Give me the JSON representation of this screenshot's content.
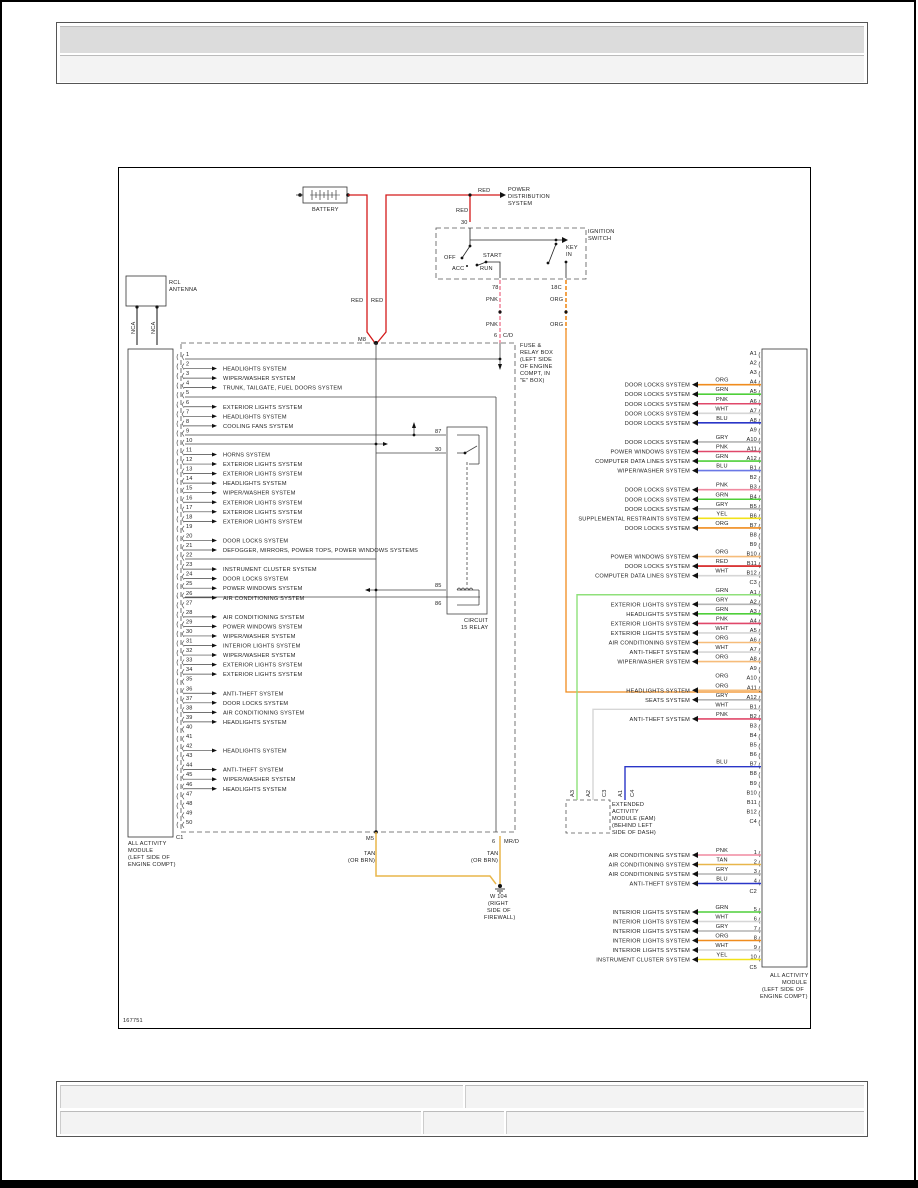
{
  "header": {
    "row1": "",
    "row2": ""
  },
  "footer": {
    "cells": [
      "",
      "",
      "",
      "",
      ""
    ]
  },
  "diagram": {
    "figure_id": "167751",
    "battery": {
      "label": "BATTERY"
    },
    "power_distribution": {
      "label_lines": [
        "POWER",
        "DISTRIBUTION",
        "SYSTEM"
      ],
      "wire": "RED"
    },
    "ignition_switch": {
      "label_lines": [
        "IGNITION",
        "SWITCH"
      ],
      "terminal_in": "30",
      "wire_in": "RED",
      "positions": [
        "OFF",
        "ACC",
        "START",
        "RUN"
      ],
      "key_in": [
        "KEY",
        "IN"
      ],
      "out_left": {
        "terminal": "78",
        "wire": "PNK"
      },
      "out_right": {
        "terminal": "18C",
        "wire": "ORG"
      }
    },
    "battery_wires": [
      "RED",
      "RED"
    ],
    "rcl_antenna": {
      "label_lines": [
        "RCL",
        "ANTENNA"
      ],
      "wires": [
        "NCA",
        "NCA"
      ]
    },
    "fuse_relay_box": {
      "label_lines": [
        "FUSE &",
        "RELAY BOX",
        "(LEFT SIDE",
        "OF ENGINE",
        "COMPT, IN",
        "\"E\" BOX)"
      ],
      "pin_top_left": "M8",
      "pin_top_right": "6",
      "conn_top_right": "C/D",
      "pin_bottom_left": "M5",
      "pin_bottom_right": "6",
      "conn_bottom_right": "MR/D",
      "pnk": "PNK"
    },
    "relay": {
      "label_lines": [
        "CIRCUIT",
        "15 RELAY"
      ],
      "pins": [
        "87",
        "30",
        "85",
        "86"
      ]
    },
    "ground": {
      "label_lines": [
        "W 104",
        "(RIGHT",
        "SIDE OF",
        "FIREWALL)"
      ],
      "wires": [
        {
          "color": "TAN",
          "alt": "(OR BRN)"
        },
        {
          "color": "TAN",
          "alt": "(OR BRN)"
        }
      ]
    },
    "left_module": {
      "label_lines": [
        "ALL ACTIVITY",
        "MODULE",
        "(LEFT SIDE OF",
        "ENGINE COMPT)"
      ],
      "connector": "C1",
      "pins": [
        {
          "n": "1",
          "sys": ""
        },
        {
          "n": "2",
          "sys": "HEADLIGHTS SYSTEM"
        },
        {
          "n": "3",
          "sys": "WIPER/WASHER SYSTEM"
        },
        {
          "n": "4",
          "sys": "TRUNK, TAILGATE, FUEL DOORS SYSTEM"
        },
        {
          "n": "5",
          "sys": ""
        },
        {
          "n": "6",
          "sys": "EXTERIOR LIGHTS SYSTEM"
        },
        {
          "n": "7",
          "sys": "HEADLIGHTS SYSTEM"
        },
        {
          "n": "8",
          "sys": "COOLING FANS SYSTEM"
        },
        {
          "n": "9",
          "sys": ""
        },
        {
          "n": "10",
          "sys": ""
        },
        {
          "n": "11",
          "sys": "HORNS SYSTEM"
        },
        {
          "n": "12",
          "sys": "EXTERIOR LIGHTS SYSTEM"
        },
        {
          "n": "13",
          "sys": "EXTERIOR LIGHTS SYSTEM"
        },
        {
          "n": "14",
          "sys": "HEADLIGHTS SYSTEM"
        },
        {
          "n": "15",
          "sys": "WIPER/WASHER SYSTEM"
        },
        {
          "n": "16",
          "sys": "EXTERIOR LIGHTS SYSTEM"
        },
        {
          "n": "17",
          "sys": "EXTERIOR LIGHTS SYSTEM"
        },
        {
          "n": "18",
          "sys": "EXTERIOR LIGHTS SYSTEM"
        },
        {
          "n": "19",
          "sys": ""
        },
        {
          "n": "20",
          "sys": "DOOR LOCKS SYSTEM"
        },
        {
          "n": "21",
          "sys": "DEFOGGER, MIRRORS, POWER TOPS, POWER WINDOWS SYSTEMS"
        },
        {
          "n": "22",
          "sys": ""
        },
        {
          "n": "23",
          "sys": "INSTRUMENT CLUSTER SYSTEM"
        },
        {
          "n": "24",
          "sys": "DOOR LOCKS SYSTEM"
        },
        {
          "n": "25",
          "sys": "POWER WINDOWS SYSTEM"
        },
        {
          "n": "26",
          "sys": "AIR CONDITIONING SYSTEM"
        },
        {
          "n": "27",
          "sys": ""
        },
        {
          "n": "28",
          "sys": "AIR CONDITIONING SYSTEM"
        },
        {
          "n": "29",
          "sys": "POWER WINDOWS SYSTEM"
        },
        {
          "n": "30",
          "sys": "WIPER/WASHER SYSTEM"
        },
        {
          "n": "31",
          "sys": "INTERIOR LIGHTS SYSTEM"
        },
        {
          "n": "32",
          "sys": "WIPER/WASHER SYSTEM"
        },
        {
          "n": "33",
          "sys": "EXTERIOR LIGHTS SYSTEM"
        },
        {
          "n": "34",
          "sys": "EXTERIOR LIGHTS SYSTEM"
        },
        {
          "n": "35",
          "sys": ""
        },
        {
          "n": "36",
          "sys": "ANTI-THEFT SYSTEM"
        },
        {
          "n": "37",
          "sys": "DOOR LOCKS SYSTEM"
        },
        {
          "n": "38",
          "sys": "AIR CONDITIONING SYSTEM"
        },
        {
          "n": "39",
          "sys": "HEADLIGHTS SYSTEM"
        },
        {
          "n": "40",
          "sys": ""
        },
        {
          "n": "41",
          "sys": ""
        },
        {
          "n": "42",
          "sys": "HEADLIGHTS SYSTEM"
        },
        {
          "n": "43",
          "sys": ""
        },
        {
          "n": "44",
          "sys": "ANTI-THEFT SYSTEM"
        },
        {
          "n": "45",
          "sys": "WIPER/WASHER SYSTEM"
        },
        {
          "n": "46",
          "sys": "HEADLIGHTS SYSTEM"
        },
        {
          "n": "47",
          "sys": ""
        },
        {
          "n": "48",
          "sys": ""
        },
        {
          "n": "49",
          "sys": ""
        },
        {
          "n": "50",
          "sys": ""
        }
      ]
    },
    "eam": {
      "label_lines": [
        "EXTENDED",
        "ACTIVITY",
        "MODULE (EAM)",
        "(BEHIND LEFT",
        "SIDE OF DASH)"
      ],
      "pins": [
        "A3",
        "A2",
        "C3",
        "A1",
        "C4"
      ]
    },
    "right_module": {
      "label_lines": [
        "ALL ACTIVITY",
        "MODULE",
        "(LEFT SIDE OF",
        "ENGINE COMPT)"
      ],
      "wire_colors": {
        "ORG": "#f08c1e",
        "GRN": "#4fcf3a",
        "PNK": "#e0486a",
        "WHT": "#d6d6d6",
        "BLU": "#2a36c8",
        "GRY": "#b4b4b4",
        "YEL": "#f2e21a",
        "RED": "#d41a1a",
        "TAN": "#e8b64a",
        "LORG": "#f6bc7a",
        "LBLU": "#6a78e6",
        "LGRN": "#8fe07a",
        "LPNK": "#f08aa0"
      },
      "pins": [
        {
          "pin": "A1",
          "color": "",
          "sys": ""
        },
        {
          "pin": "A2",
          "color": "",
          "sys": ""
        },
        {
          "pin": "A3",
          "color": "",
          "sys": ""
        },
        {
          "pin": "A4",
          "color": "ORG",
          "sys": "DOOR LOCKS SYSTEM",
          "line": "ORG"
        },
        {
          "pin": "A5",
          "color": "GRN",
          "sys": "DOOR LOCKS SYSTEM",
          "line": "GRN"
        },
        {
          "pin": "A6",
          "color": "PNK",
          "sys": "DOOR LOCKS SYSTEM",
          "line": "PNK"
        },
        {
          "pin": "A7",
          "color": "WHT",
          "sys": "DOOR LOCKS SYSTEM",
          "line": "WHT"
        },
        {
          "pin": "A8",
          "color": "BLU",
          "sys": "DOOR LOCKS SYSTEM",
          "line": "BLU"
        },
        {
          "pin": "A9",
          "color": "",
          "sys": ""
        },
        {
          "pin": "A10",
          "color": "GRY",
          "sys": "DOOR LOCKS SYSTEM",
          "line": "GRY"
        },
        {
          "pin": "A11",
          "color": "PNK",
          "sys": "POWER WINDOWS SYSTEM",
          "line": "PNK"
        },
        {
          "pin": "A12",
          "color": "GRN",
          "sys": "COMPUTER DATA LINES SYSTEM",
          "line": "GRN"
        },
        {
          "pin": "B1",
          "color": "BLU",
          "sys": "WIPER/WASHER SYSTEM",
          "line": "LBLU"
        },
        {
          "pin": "B2",
          "color": "",
          "sys": ""
        },
        {
          "pin": "B3",
          "color": "PNK",
          "sys": "DOOR LOCKS SYSTEM",
          "line": "LPNK"
        },
        {
          "pin": "B4",
          "color": "GRN",
          "sys": "DOOR LOCKS SYSTEM",
          "line": "GRN"
        },
        {
          "pin": "B5",
          "color": "GRY",
          "sys": "DOOR LOCKS SYSTEM",
          "line": "GRY"
        },
        {
          "pin": "B6",
          "color": "YEL",
          "sys": "SUPPLEMENTAL RESTRAINTS SYSTEM",
          "line": "YEL"
        },
        {
          "pin": "B7",
          "color": "ORG",
          "sys": "DOOR LOCKS SYSTEM",
          "line": "ORG"
        },
        {
          "pin": "B8",
          "color": "",
          "sys": ""
        },
        {
          "pin": "B9",
          "color": "",
          "sys": ""
        },
        {
          "pin": "B10",
          "color": "ORG",
          "sys": "POWER WINDOWS SYSTEM",
          "line": "LORG"
        },
        {
          "pin": "B11",
          "color": "RED",
          "sys": "DOOR LOCKS SYSTEM",
          "line": "RED"
        },
        {
          "pin": "B12",
          "color": "WHT",
          "sys": "COMPUTER DATA LINES SYSTEM",
          "line": "WHT"
        },
        {
          "pin": "C3",
          "color": "",
          "sys": "",
          "conn": true
        },
        {
          "pin": "A1",
          "color": "GRN",
          "sys": "",
          "line": "LGRN",
          "to_eam": "A3"
        },
        {
          "pin": "A2",
          "color": "GRY",
          "sys": "EXTERIOR LIGHTS SYSTEM",
          "line": "GRY"
        },
        {
          "pin": "A3",
          "color": "GRN",
          "sys": "HEADLIGHTS SYSTEM",
          "line": "GRN"
        },
        {
          "pin": "A4",
          "color": "PNK",
          "sys": "EXTERIOR LIGHTS SYSTEM",
          "line": "PNK"
        },
        {
          "pin": "A5",
          "color": "WHT",
          "sys": "EXTERIOR LIGHTS SYSTEM",
          "line": "WHT"
        },
        {
          "pin": "A6",
          "color": "ORG",
          "sys": "AIR CONDITIONING SYSTEM",
          "line": "LORG"
        },
        {
          "pin": "A7",
          "color": "WHT",
          "sys": "ANTI-THEFT SYSTEM",
          "line": "WHT"
        },
        {
          "pin": "A8",
          "color": "ORG",
          "sys": "WIPER/WASHER SYSTEM",
          "line": "LORG"
        },
        {
          "pin": "A9",
          "color": "",
          "sys": ""
        },
        {
          "pin": "A10",
          "color": "ORG",
          "sys": "",
          "line": "ORG",
          "to_ignition": true
        },
        {
          "pin": "A11",
          "color": "ORG",
          "sys": "HEADLIGHTS SYSTEM",
          "line": "LORG"
        },
        {
          "pin": "A12",
          "color": "GRY",
          "sys": "SEATS SYSTEM",
          "line": "GRY"
        },
        {
          "pin": "B1",
          "color": "WHT",
          "sys": "",
          "line": "WHT",
          "to_eam": "A2"
        },
        {
          "pin": "B2",
          "color": "PNK",
          "sys": "ANTI-THEFT SYSTEM",
          "line": "PNK"
        },
        {
          "pin": "B3",
          "color": "",
          "sys": ""
        },
        {
          "pin": "B4",
          "color": "",
          "sys": ""
        },
        {
          "pin": "B5",
          "color": "",
          "sys": ""
        },
        {
          "pin": "B6",
          "color": "",
          "sys": ""
        },
        {
          "pin": "B7",
          "color": "BLU",
          "sys": "",
          "line": "BLU",
          "to_eam": "C4"
        },
        {
          "pin": "B8",
          "color": "",
          "sys": ""
        },
        {
          "pin": "B9",
          "color": "",
          "sys": ""
        },
        {
          "pin": "B10",
          "color": "",
          "sys": ""
        },
        {
          "pin": "B11",
          "color": "",
          "sys": ""
        },
        {
          "pin": "B12",
          "color": "",
          "sys": ""
        },
        {
          "pin": "C4",
          "color": "",
          "sys": "",
          "conn": true
        }
      ],
      "c2_pins": [
        {
          "pin": "1",
          "color": "PNK",
          "sys": "AIR CONDITIONING SYSTEM",
          "line": "LPNK"
        },
        {
          "pin": "2",
          "color": "TAN",
          "sys": "AIR CONDITIONING SYSTEM",
          "line": "TAN"
        },
        {
          "pin": "3",
          "color": "GRY",
          "sys": "AIR CONDITIONING SYSTEM",
          "line": "GRY"
        },
        {
          "pin": "4",
          "color": "BLU",
          "sys": "ANTI-THEFT SYSTEM",
          "line": "BLU"
        }
      ],
      "c2_label": "C2",
      "c5_pins": [
        {
          "pin": "5",
          "color": "GRN",
          "sys": "INTERIOR LIGHTS SYSTEM",
          "line": "GRN"
        },
        {
          "pin": "6",
          "color": "WHT",
          "sys": "INTERIOR LIGHTS SYSTEM",
          "line": "WHT"
        },
        {
          "pin": "7",
          "color": "GRY",
          "sys": "INTERIOR LIGHTS SYSTEM",
          "line": "GRY"
        },
        {
          "pin": "8",
          "color": "ORG",
          "sys": "INTERIOR LIGHTS SYSTEM",
          "line": "ORG"
        },
        {
          "pin": "9",
          "color": "WHT",
          "sys": "INTERIOR LIGHTS SYSTEM",
          "line": "WHT"
        },
        {
          "pin": "10",
          "color": "YEL",
          "sys": "INSTRUMENT CLUSTER SYSTEM",
          "line": "YEL"
        }
      ],
      "c5_label": "C5"
    }
  }
}
